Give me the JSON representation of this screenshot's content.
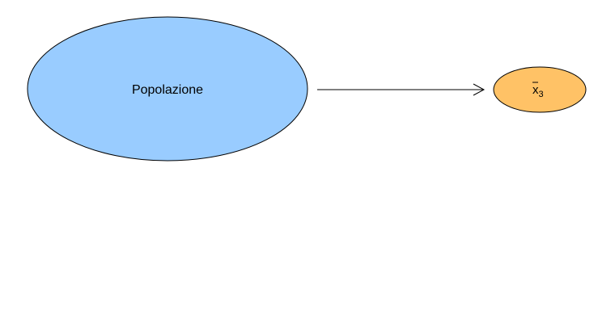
{
  "diagram": {
    "population": {
      "label": "Popolazione",
      "fill": "#99CCFF",
      "stroke": "#000000"
    },
    "sample_mean": {
      "symbol": "x",
      "subscript": "3",
      "fill": "#FFC266",
      "stroke": "#000000"
    },
    "connector": {
      "color": "#000000",
      "direction": "population-to-sample-mean"
    }
  }
}
